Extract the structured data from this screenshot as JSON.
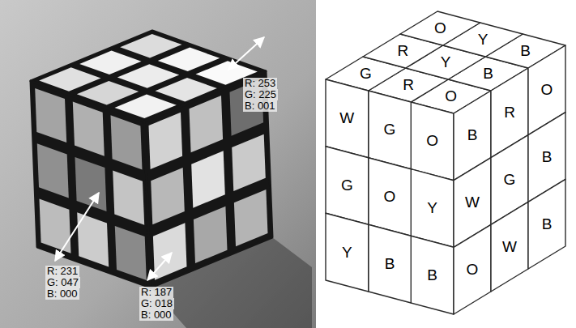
{
  "diagram": {
    "labels": [
      "R: 253",
      "G: 225",
      "B: 001",
      "R: 231",
      "G: 047",
      "B: 000",
      "R: 187",
      "G: 018",
      "B: 000",
      "O",
      "Y",
      "B",
      "R",
      "Y",
      "B",
      "G",
      "R",
      "O",
      "W",
      "G",
      "O",
      "G",
      "O",
      "Y",
      "Y",
      "B",
      "B",
      "B",
      "R",
      "O",
      "W",
      "G",
      "B",
      "O",
      "W",
      "B"
    ]
  }
}
